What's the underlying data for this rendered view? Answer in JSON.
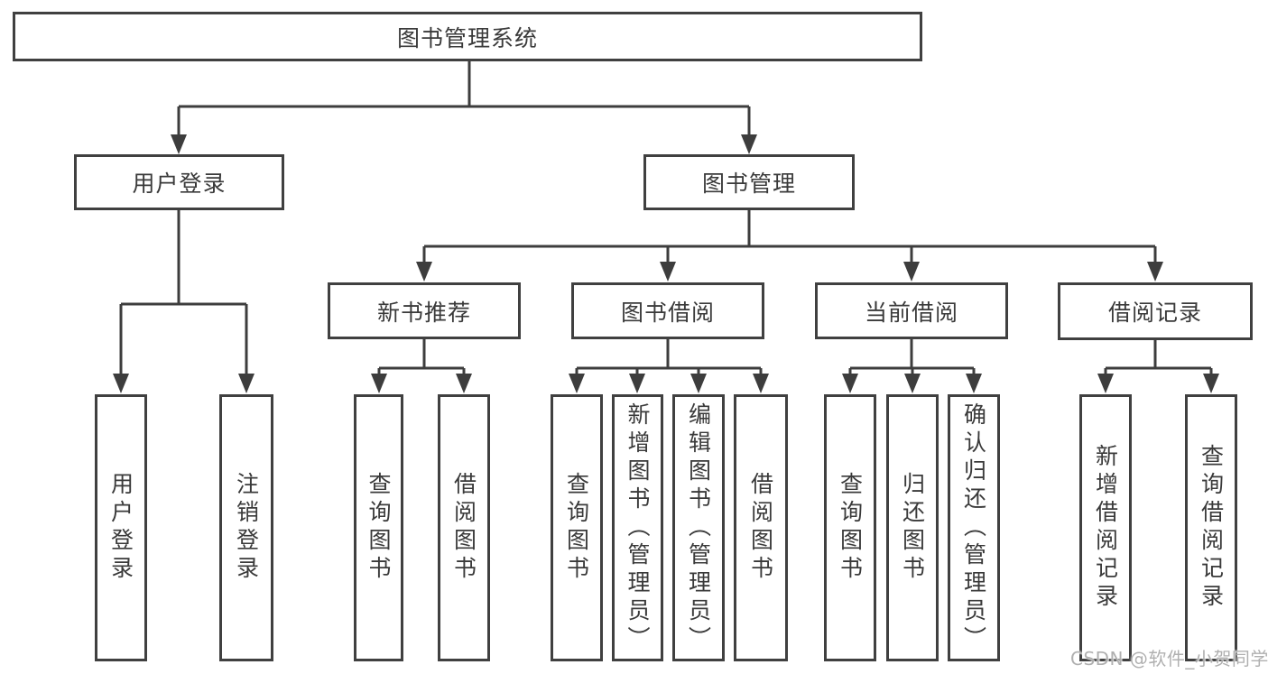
{
  "tree": {
    "label": "图书管理系统",
    "children": [
      {
        "label": "用户登录",
        "children": [
          {
            "label": "用户登录"
          },
          {
            "label": "注销登录"
          }
        ]
      },
      {
        "label": "图书管理",
        "children": [
          {
            "label": "新书推荐",
            "children": [
              {
                "label": "查询图书"
              },
              {
                "label": "借阅图书"
              }
            ]
          },
          {
            "label": "图书借阅",
            "children": [
              {
                "label": "查询图书"
              },
              {
                "label": "新增图书（管理员）"
              },
              {
                "label": "编辑图书（管理员）"
              },
              {
                "label": "借阅图书"
              }
            ]
          },
          {
            "label": "当前借阅",
            "children": [
              {
                "label": "查询图书"
              },
              {
                "label": "归还图书"
              },
              {
                "label": "确认归还（管理员）"
              }
            ]
          },
          {
            "label": "借阅记录",
            "children": [
              {
                "label": "新增借阅记录"
              },
              {
                "label": "查询借阅记录"
              }
            ]
          }
        ]
      }
    ]
  },
  "watermark": {
    "text": "CSDN @软件_小贺同学"
  },
  "colors": {
    "line": "#3d3d3d",
    "box_border": "#404040",
    "text": "#3a3a3a",
    "background": "#ffffff",
    "watermark": "#acacac"
  }
}
